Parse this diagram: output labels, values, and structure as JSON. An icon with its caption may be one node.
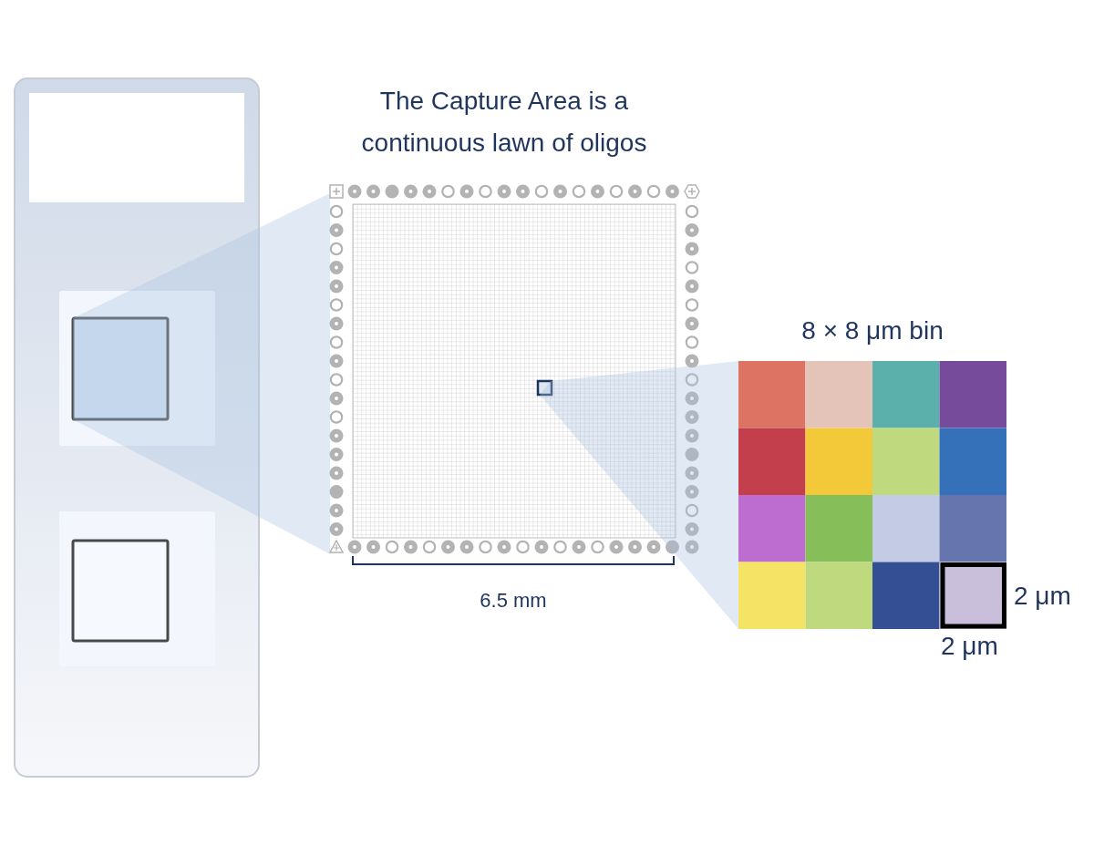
{
  "diagram": {
    "title": "The Capture Area is a continuous lawn of oligos",
    "labels": [
      "6.5 mm",
      "8 × 8 μm bin",
      "2 μm",
      "2 μm"
    ]
  }
}
